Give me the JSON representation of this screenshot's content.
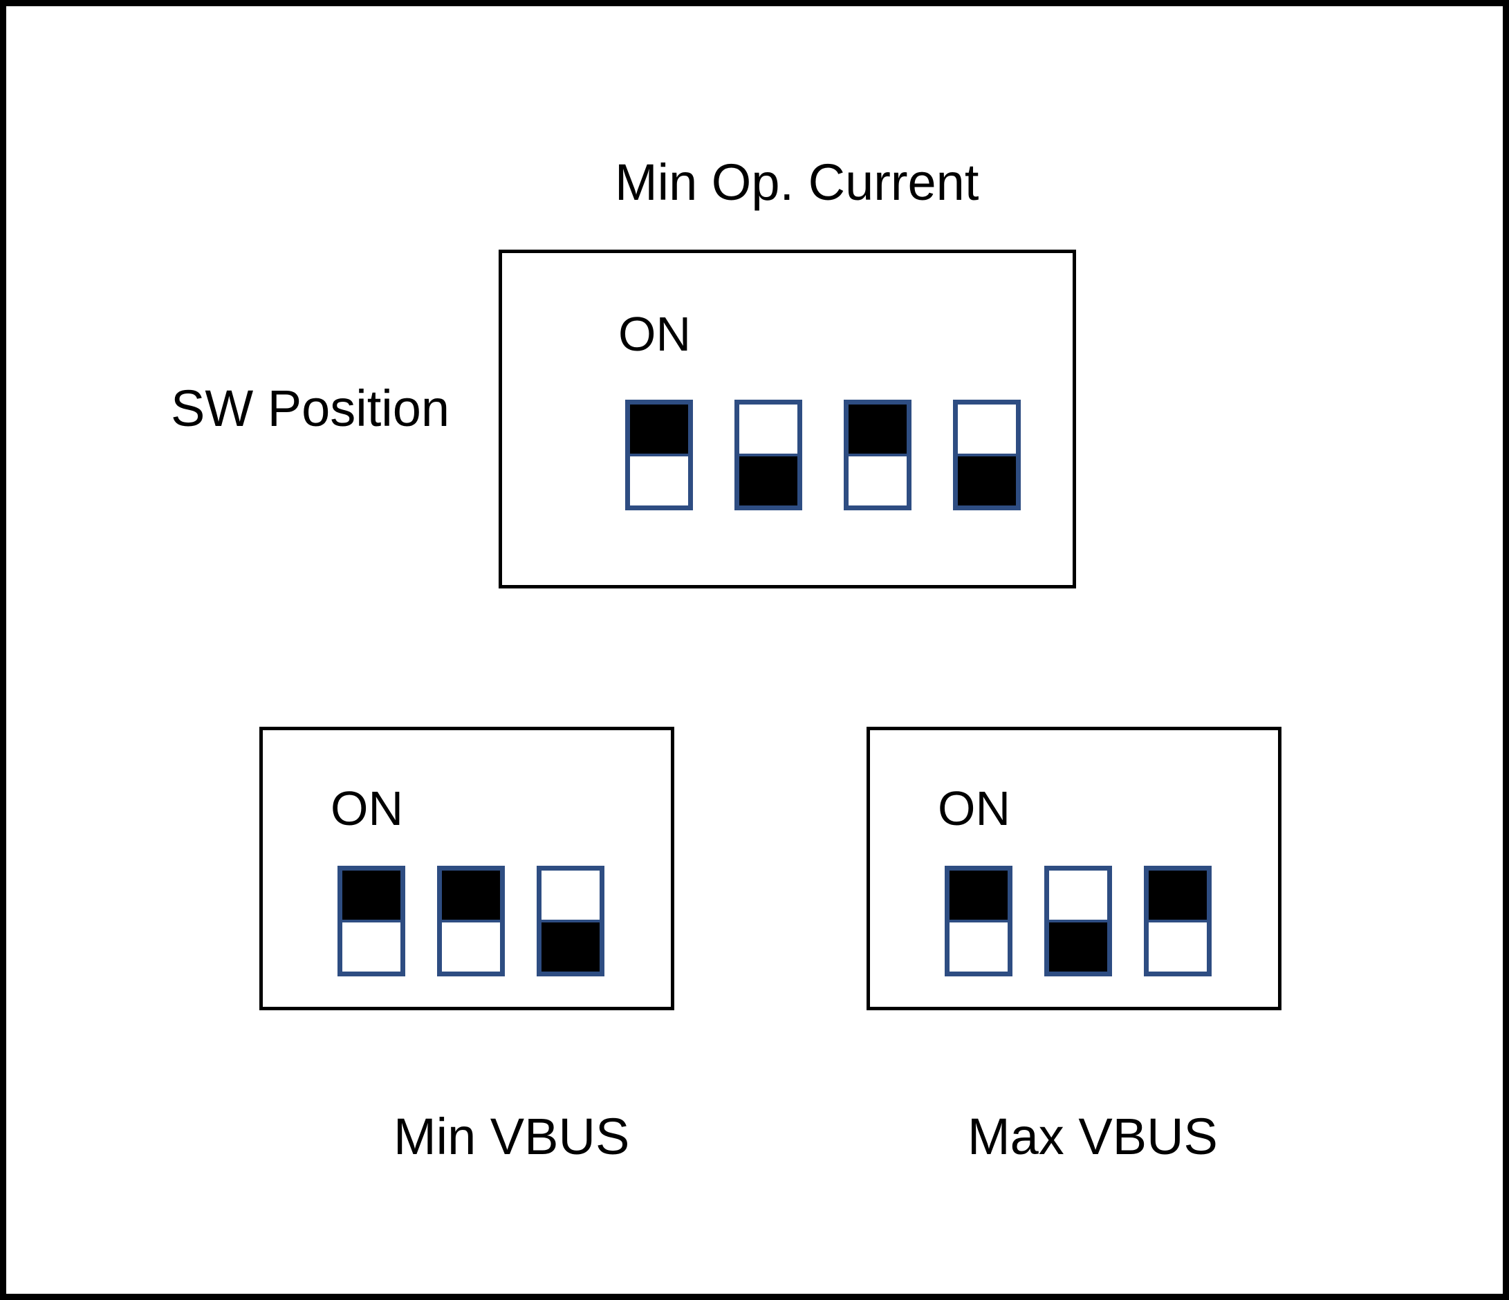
{
  "diagram": {
    "title": "Min Op. Current",
    "side_label": "SW Position",
    "on_label": "ON",
    "blue_accent": "#2E4D82",
    "on_fill_color": "#000000",
    "frame_color": "#000000",
    "background_color": "#FFFFFF"
  },
  "banks": {
    "min_op_current": {
      "name": "Min Op. Current",
      "label_position": "above",
      "on_label": "ON",
      "switch_count": 4,
      "switches": [
        {
          "index": 1,
          "state": "ON",
          "top_filled": true,
          "bottom_filled": false
        },
        {
          "index": 2,
          "state": "OFF",
          "top_filled": false,
          "bottom_filled": true
        },
        {
          "index": 3,
          "state": "ON",
          "top_filled": true,
          "bottom_filled": false
        },
        {
          "index": 4,
          "state": "OFF",
          "top_filled": false,
          "bottom_filled": true
        }
      ]
    },
    "min_vbus": {
      "name": "Min VBUS",
      "label_position": "below",
      "on_label": "ON",
      "switch_count": 3,
      "switches": [
        {
          "index": 1,
          "state": "ON",
          "top_filled": true,
          "bottom_filled": false
        },
        {
          "index": 2,
          "state": "ON",
          "top_filled": true,
          "bottom_filled": false
        },
        {
          "index": 3,
          "state": "OFF",
          "top_filled": false,
          "bottom_filled": true
        }
      ]
    },
    "max_vbus": {
      "name": "Max VBUS",
      "label_position": "below",
      "on_label": "ON",
      "switch_count": 3,
      "switches": [
        {
          "index": 1,
          "state": "ON",
          "top_filled": true,
          "bottom_filled": false
        },
        {
          "index": 2,
          "state": "OFF",
          "top_filled": false,
          "bottom_filled": true
        },
        {
          "index": 3,
          "state": "ON",
          "top_filled": true,
          "bottom_filled": false
        }
      ]
    }
  }
}
